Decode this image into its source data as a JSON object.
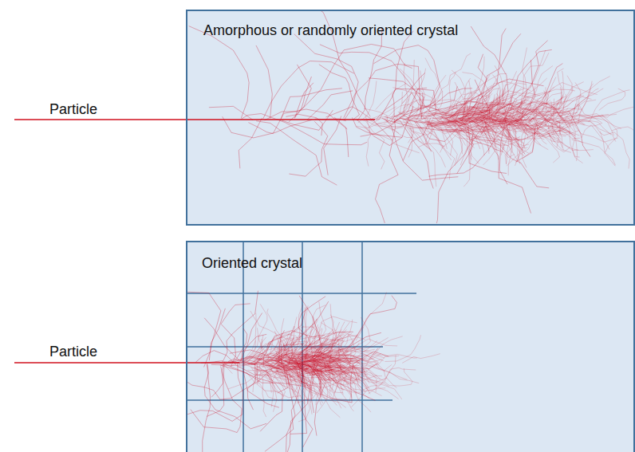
{
  "diagram": {
    "nodes": [
      {
        "text": [
          "Amorphous or randomly oriented crystal"
        ]
      },
      {
        "text": [
          "Oriented crystal"
        ]
      }
    ],
    "labels": [
      "Particle",
      "Particle"
    ]
  }
}
